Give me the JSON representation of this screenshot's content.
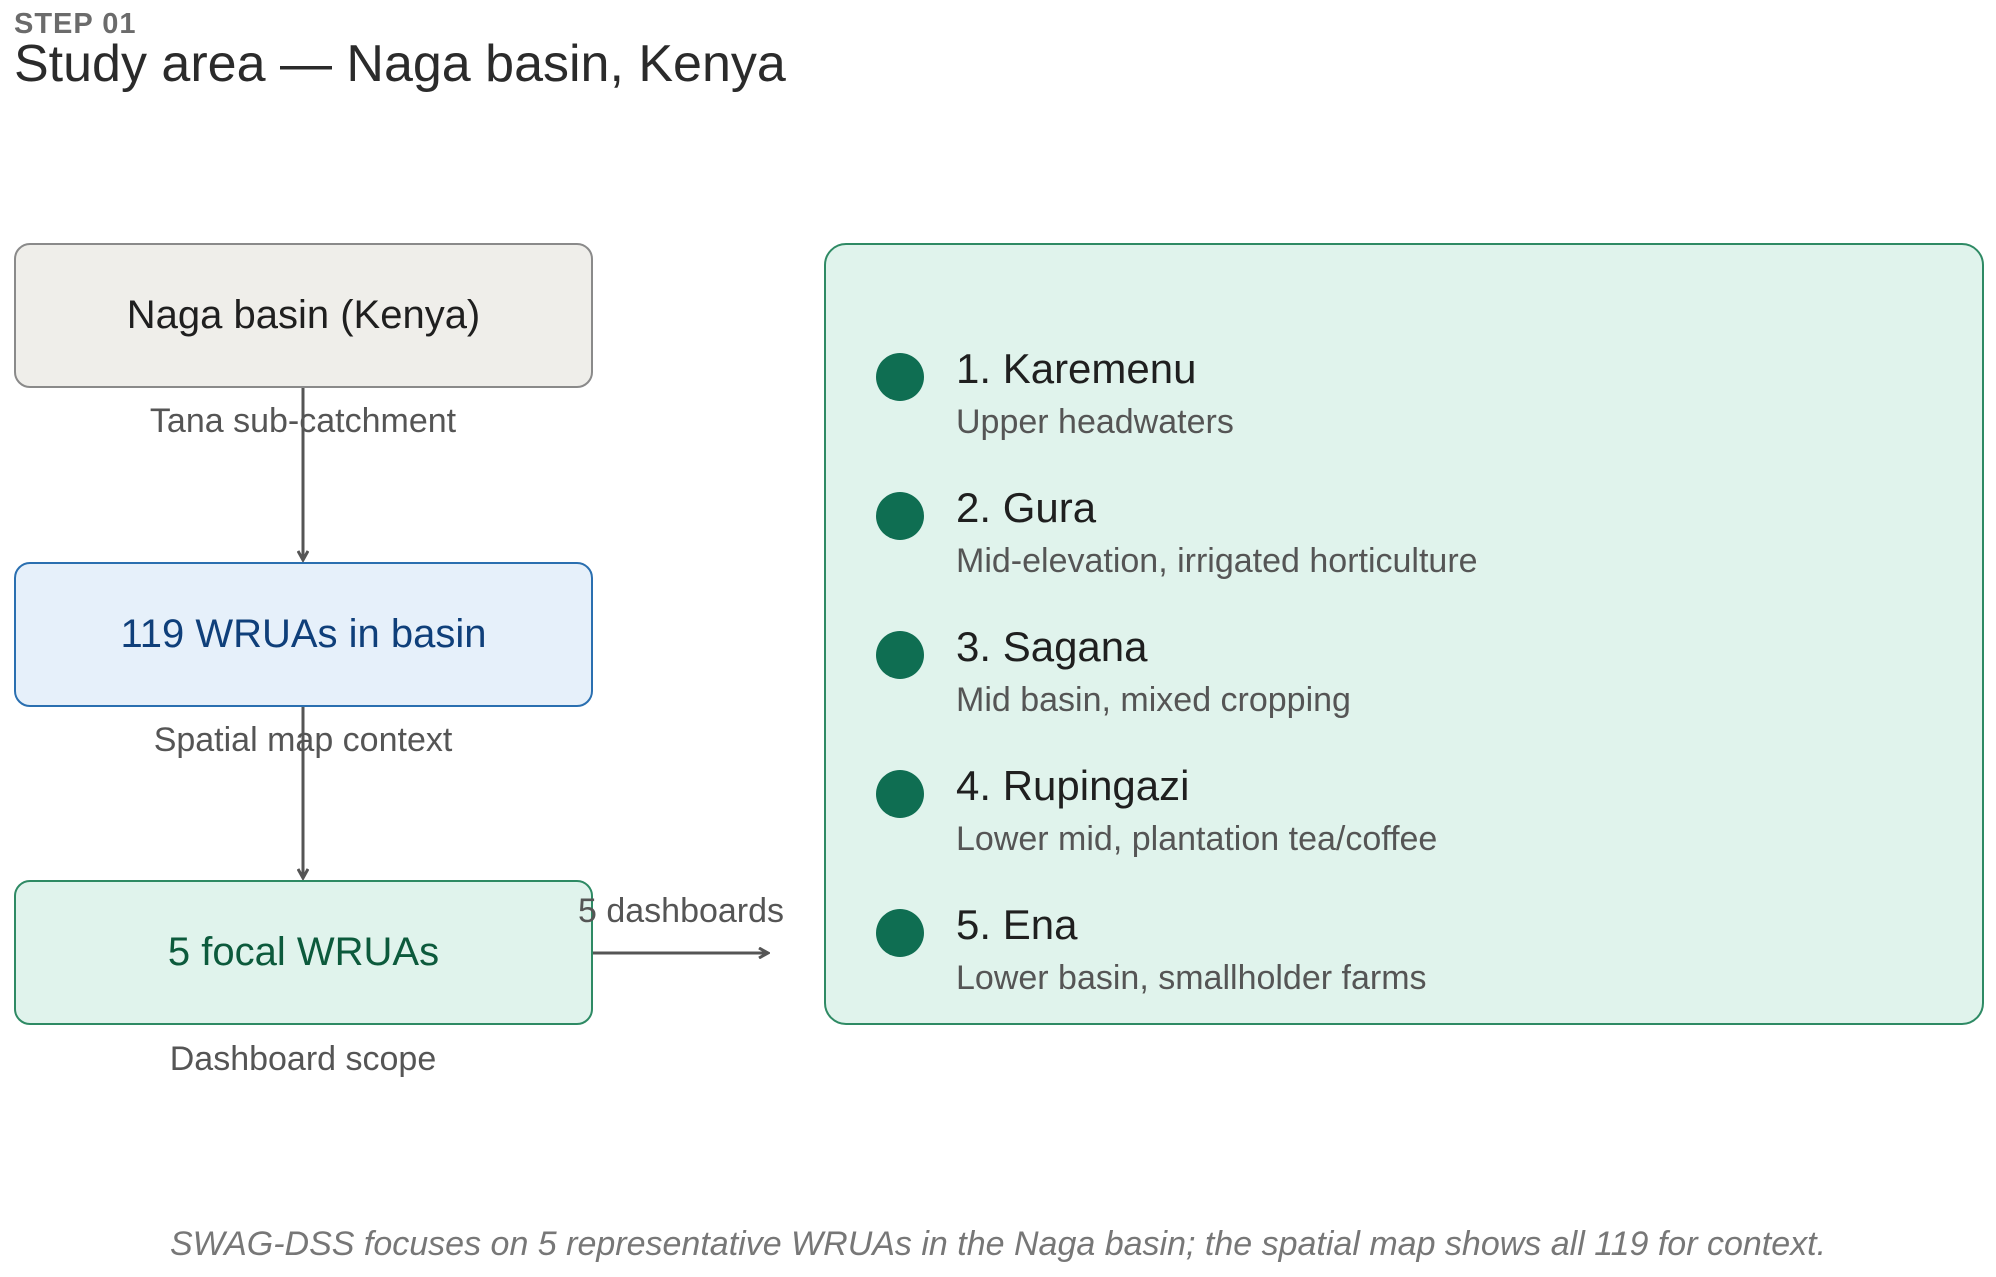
{
  "header": {
    "step": "STEP 01",
    "title": "Study area — Naga basin, Kenya"
  },
  "flow": {
    "nodes": [
      {
        "label": "Naga basin (Kenya)",
        "sublabel": "Tana sub-catchment"
      },
      {
        "label": "119 WRUAs in basin",
        "sublabel": "Spatial map context"
      },
      {
        "label": "5 focal WRUAs",
        "sublabel": "Dashboard scope"
      }
    ],
    "edge_to_panel": "5 dashboards"
  },
  "wruas": [
    {
      "name": "1. Karemenu",
      "desc": "Upper headwaters"
    },
    {
      "name": "2. Gura",
      "desc": "Mid-elevation, irrigated horticulture"
    },
    {
      "name": "3. Sagana",
      "desc": "Mid basin, mixed cropping"
    },
    {
      "name": "4. Rupingazi",
      "desc": "Lower mid, plantation tea/coffee"
    },
    {
      "name": "5. Ena",
      "desc": "Lower basin, smallholder farms"
    }
  ],
  "caption": "SWAG-DSS focuses on 5 representative WRUAs in the Naga basin; the spatial map shows all 119 for context.",
  "colors": {
    "basin_fill": "#efeeea",
    "wruas_fill": "#e6f0fa",
    "focal_fill": "#e0f3ec",
    "dot": "#0f6e52"
  }
}
